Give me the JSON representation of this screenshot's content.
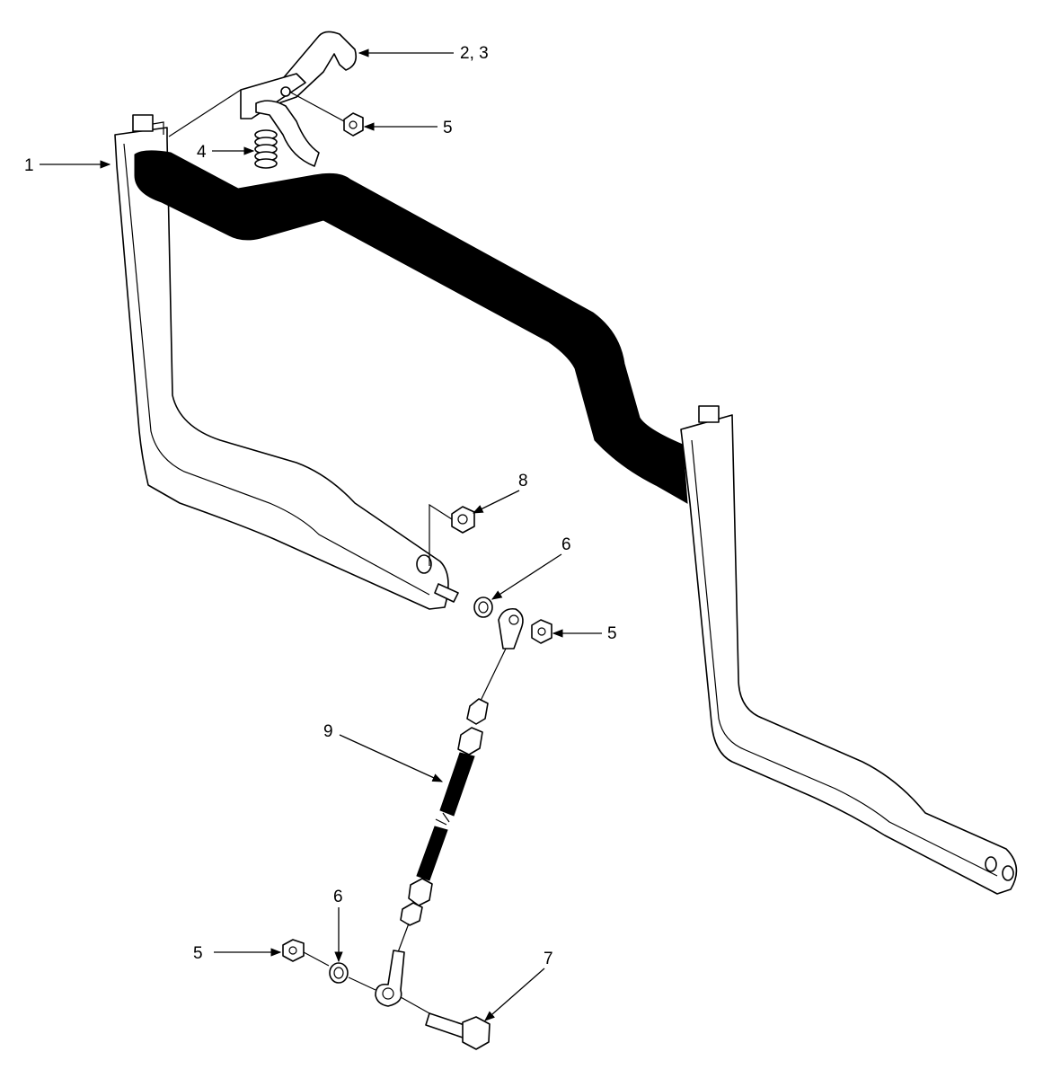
{
  "callouts": {
    "c1": "1",
    "c23": "2, 3",
    "c4": "4",
    "c5a": "5",
    "c5b": "5",
    "c5c": "5",
    "c6a": "6",
    "c6b": "6",
    "c7": "7",
    "c8": "8",
    "c9": "9"
  }
}
